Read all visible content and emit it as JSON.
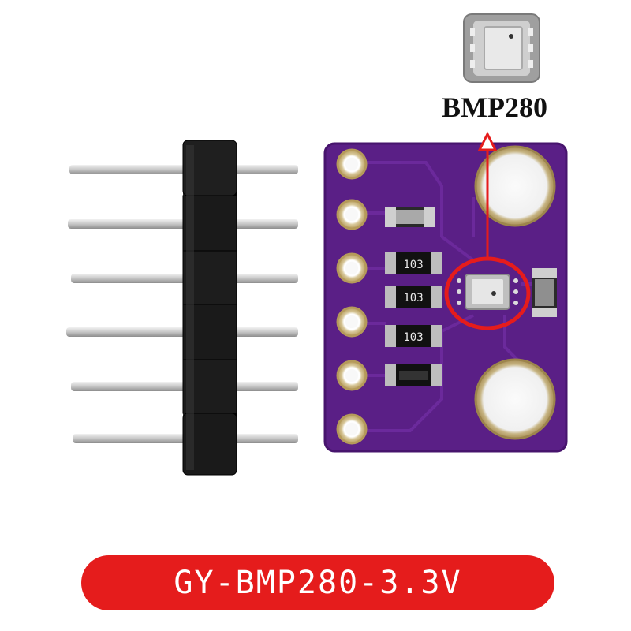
{
  "product": {
    "chip_label": "BMP280",
    "caption": "GY-BMP280-3.3V",
    "resistor_markings": [
      "103",
      "103",
      "103"
    ]
  },
  "colors": {
    "pcb": "#5a1f86",
    "pcb_dark": "#3e0f63",
    "gold": "#d8c9a0",
    "header_plastic": "#1c1c1c",
    "pin_metal": "#cfcfcf",
    "highlight": "#e51c1c",
    "background": "#ffffff"
  }
}
